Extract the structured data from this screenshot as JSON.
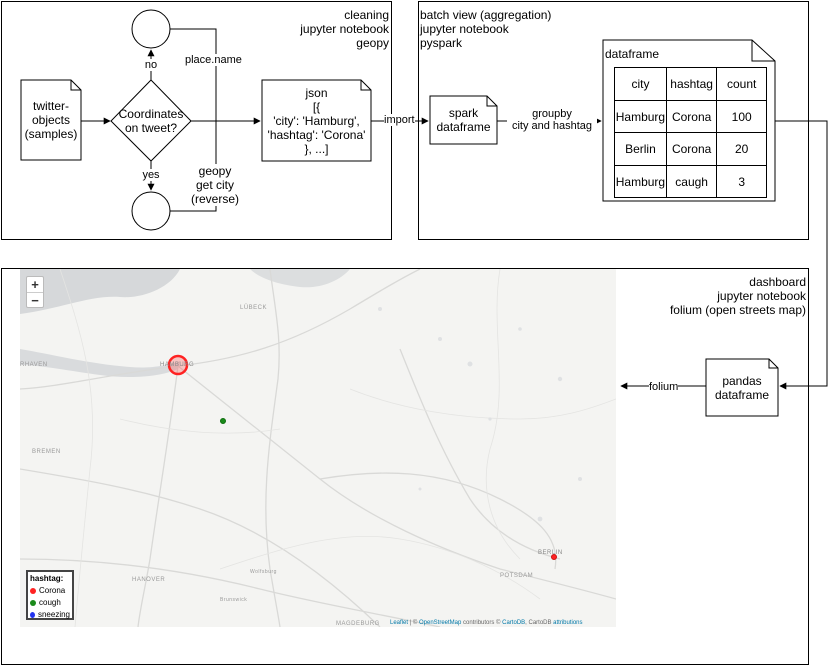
{
  "cleaning_panel": {
    "header": [
      "cleaning",
      "jupyter notebook",
      "geopy"
    ],
    "twitter_node": [
      "twitter-",
      "objects",
      "(samples)"
    ],
    "decision_node": [
      "Coordinates",
      "on tweet?"
    ],
    "no_label": "no",
    "yes_label": "yes",
    "place_name_label": "place.name",
    "geopy_label": [
      "geopy",
      "get city",
      "(reverse)"
    ],
    "json_node": [
      "json",
      "[{",
      "'city': 'Hamburg',",
      "'hashtag': 'Corona'",
      "}, ...]"
    ],
    "import_label": "import"
  },
  "batch_panel": {
    "header": [
      "batch view (aggregation)",
      "jupyter notebook",
      "pyspark"
    ],
    "spark_node": [
      "spark",
      "dataframe"
    ],
    "groupby_label": [
      "groupby",
      "city and hashtag"
    ],
    "dataframe_title": "dataframe",
    "table": {
      "columns": [
        "city",
        "hashtag",
        "count"
      ],
      "rows": [
        [
          "Hamburg",
          "Corona",
          "100"
        ],
        [
          "Berlin",
          "Corona",
          "20"
        ],
        [
          "Hamburg",
          "caugh",
          "3"
        ]
      ]
    }
  },
  "dashboard_panel": {
    "header": [
      "dashboard",
      "jupyter notebook",
      "folium (open streets map)"
    ],
    "pandas_node": [
      "pandas",
      "dataframe"
    ],
    "folium_label": "folium",
    "map": {
      "zoom_in": "+",
      "zoom_out": "−",
      "places": {
        "lubeck": "LÜBECK",
        "hamburg": "HAMBURG",
        "haven": "RHAVEN",
        "bremen": "BREMEN",
        "berlin": "BERLIN",
        "potsdam": "POTSDAM",
        "hanover": "HANOVER",
        "wolfsburg": "Wolfsburg",
        "brunswick": "Brunswick",
        "magdeburg": "MAGDEBURG"
      },
      "legend": {
        "title": "hashtag:",
        "items": [
          {
            "label": "Corona",
            "color": "#ff2222"
          },
          {
            "label": "cough",
            "color": "#1a8a1a"
          },
          {
            "label": "sneezing",
            "color": "#2233ee"
          }
        ]
      },
      "attribution": {
        "leaflet": "Leaflet",
        "sep": " | © ",
        "osm": "OpenStreetMap",
        "contrib": " contributors © ",
        "carto": "CartoDB",
        "mid": ", CartoDB ",
        "attr": "attributions"
      }
    }
  }
}
